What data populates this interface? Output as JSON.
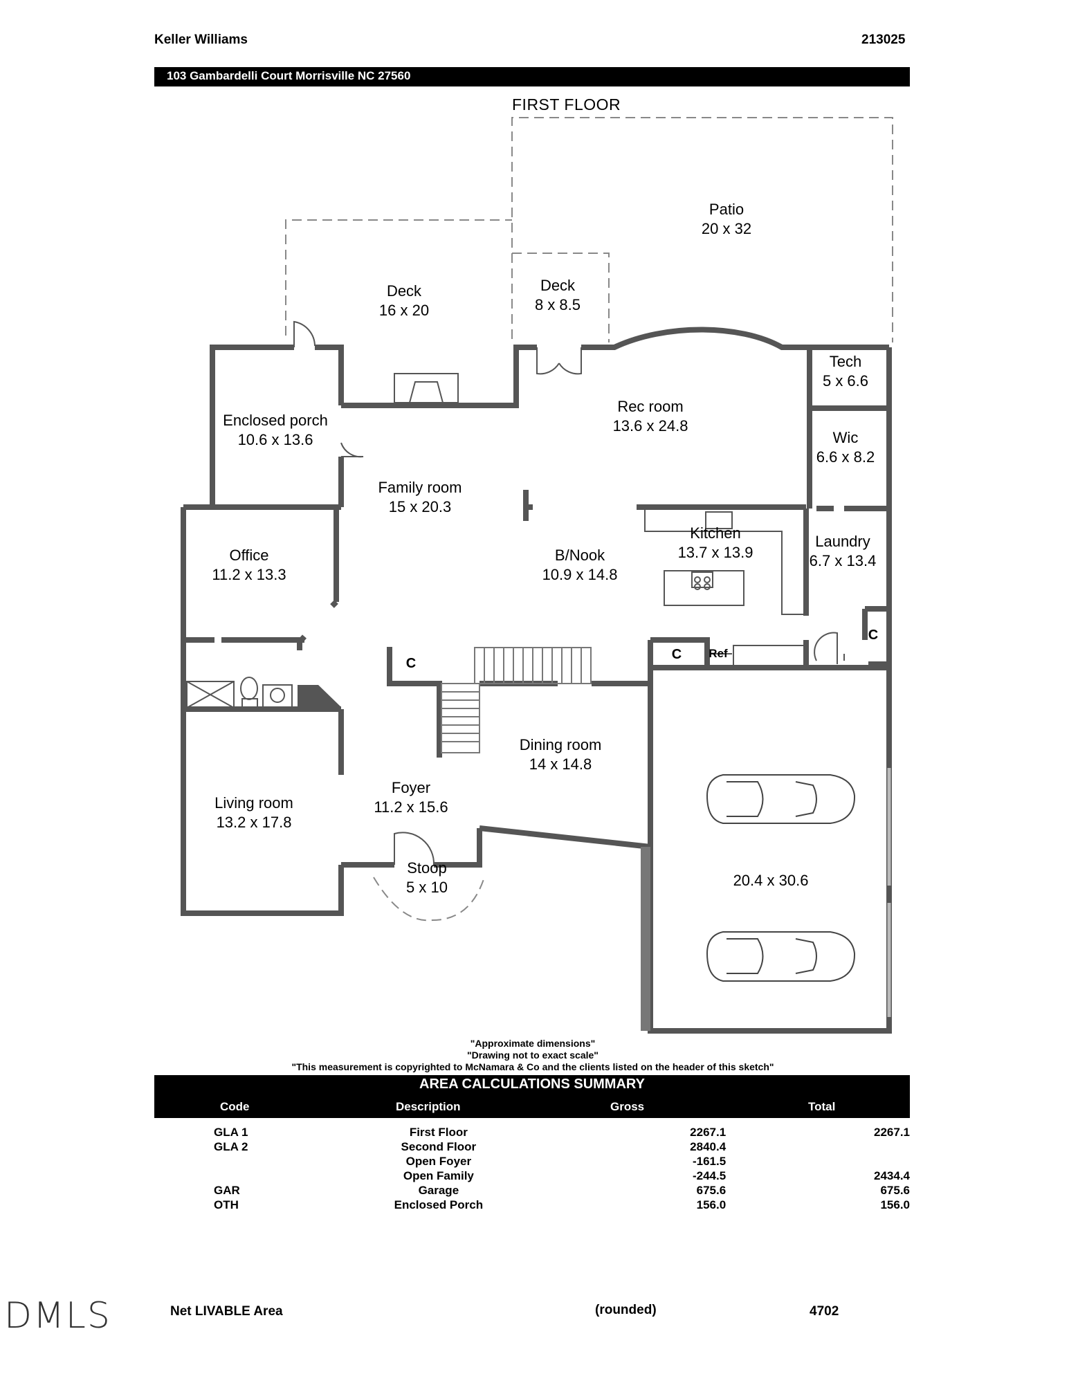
{
  "header": {
    "company": "Keller Williams",
    "file_number": "213025",
    "address": "103 Gambardelli Court Morrisville NC 27560"
  },
  "plan": {
    "floor_title": "FIRST FLOOR",
    "rooms": [
      {
        "name": "Patio",
        "dims": "20 x 32"
      },
      {
        "name": "Deck",
        "dims": "16 x 20"
      },
      {
        "name": "Deck",
        "dims": "8 x 8.5"
      },
      {
        "name": "Tech",
        "dims": "5 x 6.6"
      },
      {
        "name": "Rec room",
        "dims": "13.6 x 24.8"
      },
      {
        "name": "Enclosed porch",
        "dims": "10.6 x 13.6"
      },
      {
        "name": "Wic",
        "dims": "6.6 x 8.2"
      },
      {
        "name": "Family room",
        "dims": "15 x 20.3"
      },
      {
        "name": "Kitchen",
        "dims": "13.7 x 13.9"
      },
      {
        "name": "Laundry",
        "dims": "6.7 x 13.4"
      },
      {
        "name": "Office",
        "dims": "11.2 x 13.3"
      },
      {
        "name": "B/Nook",
        "dims": "10.9 x 14.8"
      },
      {
        "name": "Dining room",
        "dims": "14 x 14.8"
      },
      {
        "name": "Foyer",
        "dims": "11.2 x 15.6"
      },
      {
        "name": "Living room",
        "dims": "13.2 x 17.8"
      },
      {
        "name": "Stoop",
        "dims": "5 x 10"
      },
      {
        "name": "",
        "dims": "20.4 x 30.6"
      }
    ],
    "closet_labels": [
      "C",
      "C",
      "C"
    ],
    "ref_label": "Ref"
  },
  "disclaimers": [
    "\"Approximate dimensions\"",
    "\"Drawing not to exact scale\"",
    "\"This measurement is copyrighted to McNamara & Co and the clients listed on the header of this sketch\""
  ],
  "summary": {
    "title": "AREA CALCULATIONS SUMMARY",
    "columns": [
      "Code",
      "Description",
      "Gross",
      "Total"
    ],
    "rows": [
      {
        "code": "GLA 1",
        "desc": "First Floor",
        "gross": "2267.1",
        "total": "2267.1"
      },
      {
        "code": "GLA 2",
        "desc": "Second Floor",
        "gross": "2840.4",
        "total": ""
      },
      {
        "code": "",
        "desc": "Open Foyer",
        "gross": "-161.5",
        "total": ""
      },
      {
        "code": "",
        "desc": "Open Family",
        "gross": "-244.5",
        "total": "2434.4"
      },
      {
        "code": "GAR",
        "desc": "Garage",
        "gross": "675.6",
        "total": "675.6"
      },
      {
        "code": "OTH",
        "desc": "Enclosed Porch",
        "gross": "156.0",
        "total": "156.0"
      }
    ],
    "net_label": "Net LIVABLE Area",
    "rounded_label": "(rounded)",
    "net_value": "4702"
  },
  "watermark": "DMLS"
}
